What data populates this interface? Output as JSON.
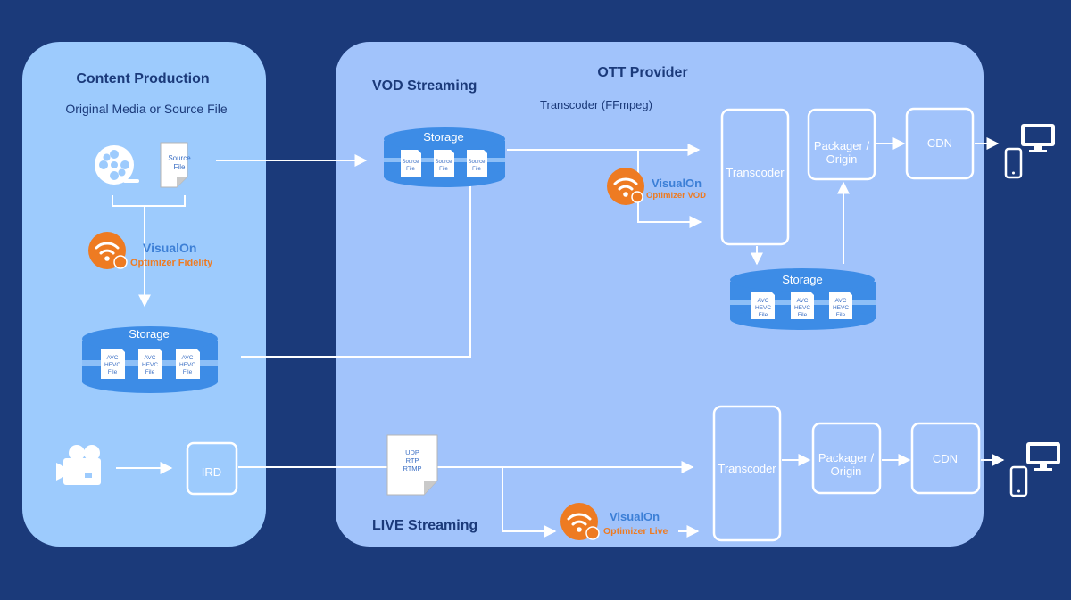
{
  "panels": {
    "content_production": {
      "title": "Content Production",
      "subtitle": "Original Media or Source File"
    },
    "ott_provider": {
      "title": "OTT Provider",
      "vod_title": "VOD Streaming",
      "live_title": "LIVE Streaming",
      "transcoder_caption": "Transcoder (FFmpeg)"
    }
  },
  "source_doc": {
    "line1": "Source",
    "line2": "File"
  },
  "storage_label": "Storage",
  "vod_storage_files": [
    {
      "line1": "Source",
      "line2": "File"
    },
    {
      "line1": "Source",
      "line2": "File"
    },
    {
      "line1": "Source",
      "line2": "File"
    }
  ],
  "avc_files": {
    "line1": "AVC",
    "line2": "HEVC",
    "line3": "File"
  },
  "boxes": {
    "transcoder": "Transcoder",
    "packager_line1": "Packager /",
    "packager_line2": "Origin",
    "cdn": "CDN",
    "ird": "IRD"
  },
  "live_doc": {
    "line1": "UDP",
    "line2": "RTP",
    "line3": "RTMP"
  },
  "badges": {
    "brand": "VisualOn",
    "fidelity": "Optimizer Fidelity",
    "vod": "Optimizer VOD",
    "live": "Optimizer Live"
  },
  "colors": {
    "background": "#1b3a7a",
    "panel_left": "#9dcbfd",
    "panel_right": "#a1c3fb",
    "storage": "#3d8ce6",
    "badge_orange": "#ee7b22",
    "badge_blue": "#3c7fd6"
  }
}
